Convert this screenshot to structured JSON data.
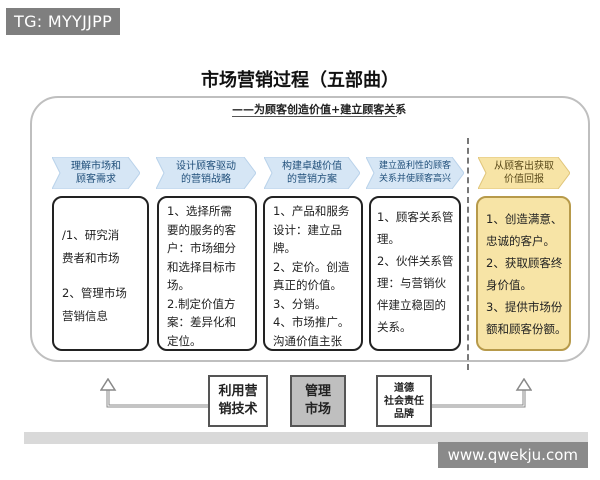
{
  "watermarks": {
    "top": "TG: MYYJJPP",
    "bottom": "www.qwekju.com"
  },
  "title": "市场营销过程（五部曲）",
  "subtitle": "——为顾客创造价值+建立顾客关系",
  "steps": [
    {
      "label": [
        "理解市场和",
        "顾客需求"
      ],
      "body": [
        "/1、研究消",
        "费者和市场",
        "",
        "2、管理市场",
        "营销信息"
      ]
    },
    {
      "label": [
        "设计顾客驱动",
        "的营销战略"
      ],
      "body": [
        "1、选择所需",
        "要的服务的客",
        "户：市场细分",
        "和选择目标市",
        "场。",
        "2.制定价值方",
        "案：差异化和",
        "定位。"
      ]
    },
    {
      "label": [
        "构建卓越价值",
        "的营销方案"
      ],
      "body": [
        "1、产品和服务",
        "设计：建立品",
        "牌。",
        "2、定价。创造",
        "真正的价值。",
        "3、分销。",
        "4、市场推广。",
        "沟通价值主张"
      ]
    },
    {
      "label": [
        "建立盈利性的顾客",
        "关系并使顾客高兴"
      ],
      "body": [
        "1、顾客关系管",
        "理。",
        "2、伙伴关系管",
        "理：与营销伙",
        "伴建立稳固的",
        "关系。"
      ]
    },
    {
      "label": [
        "从顾客出获取",
        "价值回报"
      ],
      "body": [
        "1、创造满意、",
        "忠诚的客户。",
        "2、获取顾客终",
        "身价值。",
        "3、提供市场份",
        "额和顾客份额。"
      ]
    }
  ],
  "bottom_boxes": [
    {
      "lines": [
        "利用营",
        "销技术"
      ]
    },
    {
      "lines": [
        "管理",
        "市场"
      ]
    },
    {
      "lines": [
        "道德",
        "社会责任",
        "品牌"
      ]
    }
  ],
  "colors": {
    "chevron_fill": "#d6e6f5",
    "chevron_text": "#1f4e79",
    "highlight_box": "#f7e4a6",
    "outer_border": "#bfbfbf"
  }
}
